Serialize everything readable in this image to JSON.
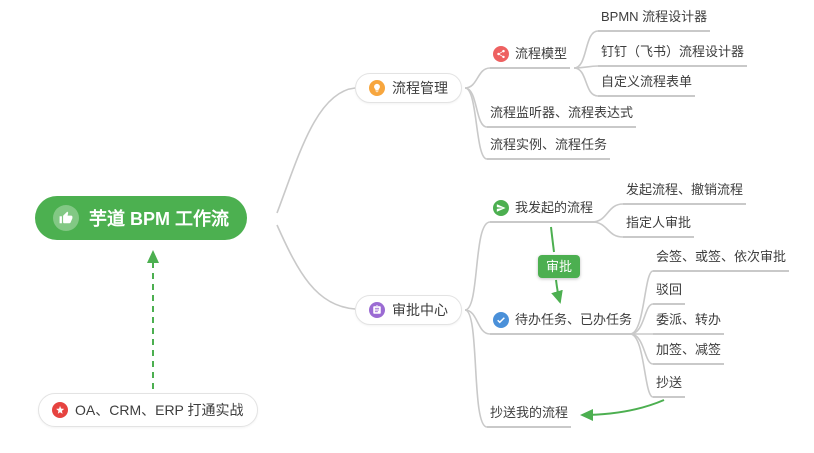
{
  "colors": {
    "root_bg": "#4cb050",
    "accent_green": "#4caf50",
    "connector_gray": "#c9c9c9",
    "icon_orange": "#f7a63e",
    "icon_red": "#ee6161",
    "icon_purple": "#9b6bd3",
    "icon_green": "#4caf50",
    "icon_blue": "#4a90d9",
    "icon_star_red": "#e64340"
  },
  "root": {
    "label": "芋道 BPM 工作流",
    "icon": "thumbs-up-icon"
  },
  "footnote": {
    "label": "OA、CRM、ERP 打通实战",
    "icon": "star-icon"
  },
  "badge": {
    "label": "审批"
  },
  "process_management": {
    "label": "流程管理",
    "icon": "lightbulb-icon",
    "model": {
      "label": "流程模型",
      "icon": "share-icon",
      "children": [
        {
          "label": "BPMN 流程设计器"
        },
        {
          "label": "钉钉（飞书）流程设计器"
        },
        {
          "label": "自定义流程表单"
        }
      ]
    },
    "listener": {
      "label": "流程监听器、流程表达式"
    },
    "instance": {
      "label": "流程实例、流程任务"
    }
  },
  "approval_center": {
    "label": "审批中心",
    "icon": "clipboard-icon",
    "my_started": {
      "label": "我发起的流程",
      "icon": "send-icon",
      "children": [
        {
          "label": "发起流程、撤销流程"
        },
        {
          "label": "指定人审批"
        }
      ]
    },
    "tasks": {
      "label": "待办任务、已办任务",
      "icon": "check-icon",
      "children": [
        {
          "label": "会签、或签、依次审批"
        },
        {
          "label": "驳回"
        },
        {
          "label": "委派、转办"
        },
        {
          "label": "加签、减签"
        },
        {
          "label": "抄送"
        }
      ]
    },
    "cc_flows": {
      "label": "抄送我的流程"
    }
  }
}
